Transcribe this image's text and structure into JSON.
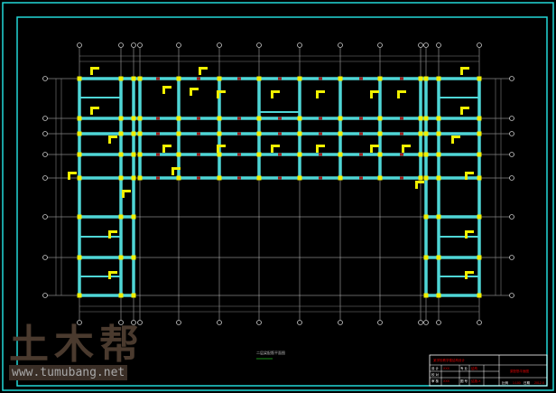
{
  "drawing": {
    "caption": "二层梁配筋平面图",
    "colors": {
      "beam": "#4fd6d6",
      "column": "#f0f000",
      "grid": "#c8c8c8",
      "border": "#22d8d8",
      "title_red": "#e00000",
      "dim": "#808080"
    }
  },
  "title_block": {
    "project": "某学校教学楼结构设计",
    "drawing_name": "梁配筋平面图",
    "rows": [
      [
        "设 计",
        "XXX",
        "专 业",
        "结构"
      ],
      [
        "校 对",
        "",
        "",
        ""
      ],
      [
        "审 核",
        "XXX",
        "图 号",
        "结施-X"
      ]
    ],
    "footer": [
      "比例",
      "1:100",
      "日期",
      "2012.X"
    ]
  },
  "watermark": {
    "logo": "土木帮",
    "url": "www.tumubang.net"
  }
}
